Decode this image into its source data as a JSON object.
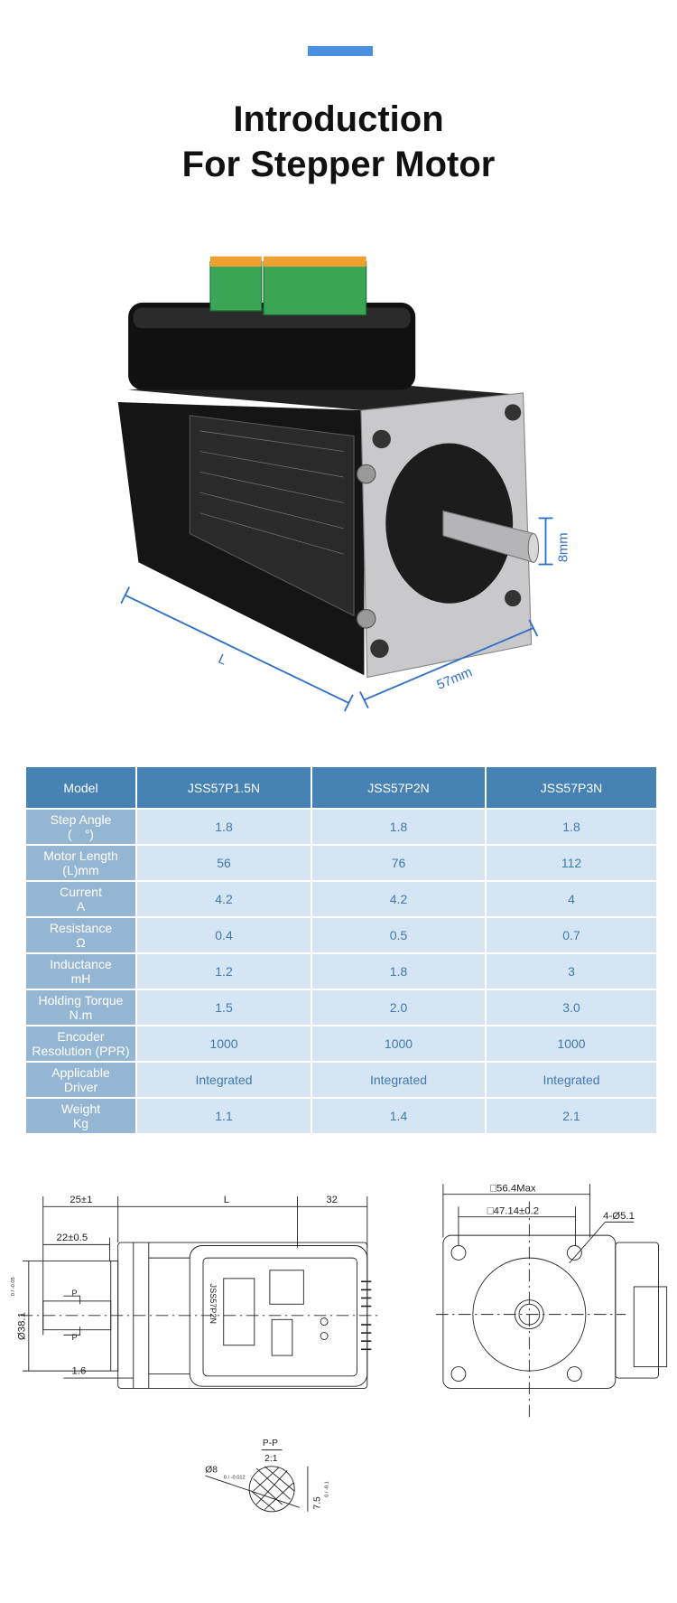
{
  "header": {
    "title_line1": "Introduction",
    "title_line2": "For Stepper Motor",
    "accent_color": "#4a90e2"
  },
  "photo": {
    "dim_length": "L",
    "dim_width": "57mm",
    "dim_shaft": "8mm"
  },
  "table": {
    "columns": [
      "Model",
      "JSS57P1.5N",
      "JSS57P2N",
      "JSS57P3N"
    ],
    "rows": [
      {
        "label1": "Step Angle",
        "label2": "(　°)",
        "values": [
          "1.8",
          "1.8",
          "1.8"
        ]
      },
      {
        "label1": "Motor Length",
        "label2": "(L)mm",
        "values": [
          "56",
          "76",
          "112"
        ]
      },
      {
        "label1": "Current",
        "label2": "A",
        "values": [
          "4.2",
          "4.2",
          "4"
        ]
      },
      {
        "label1": "Resistance",
        "label2": "Ω",
        "values": [
          "0.4",
          "0.5",
          "0.7"
        ]
      },
      {
        "label1": "Inductance",
        "label2": "mH",
        "values": [
          "1.2",
          "1.8",
          "3"
        ]
      },
      {
        "label1": "Holding Torque",
        "label2": "N.m",
        "values": [
          "1.5",
          "2.0",
          "3.0"
        ]
      },
      {
        "label1": "Encoder",
        "label2": "Resolution (PPR)",
        "values": [
          "1000",
          "1000",
          "1000"
        ]
      },
      {
        "label1": "Applicable",
        "label2": "Driver",
        "values": [
          "Integrated",
          "Integrated",
          "Integrated"
        ]
      },
      {
        "label1": "Weight",
        "label2": "Kg",
        "values": [
          "1.1",
          "1.4",
          "2.1"
        ]
      }
    ]
  },
  "drawing": {
    "d_25": "25±1",
    "d_L": "L",
    "d_32": "32",
    "d_22": "22±0.5",
    "d_38": "Ø38.1",
    "d_38_tol": "0 / -0.05",
    "d_16": "1.6",
    "p_label": "P",
    "model_mark": "JSS57P2N",
    "d_564": "□56.4Max",
    "d_4714": "□47.14±0.2",
    "d_holes": "4-Ø5.1",
    "section_name": "P-P",
    "section_scale": "2:1",
    "d_8": "Ø8",
    "d_8_tol": "0 / -0.012",
    "d_75": "7.5",
    "d_75_tol": "0 / -0.1"
  }
}
